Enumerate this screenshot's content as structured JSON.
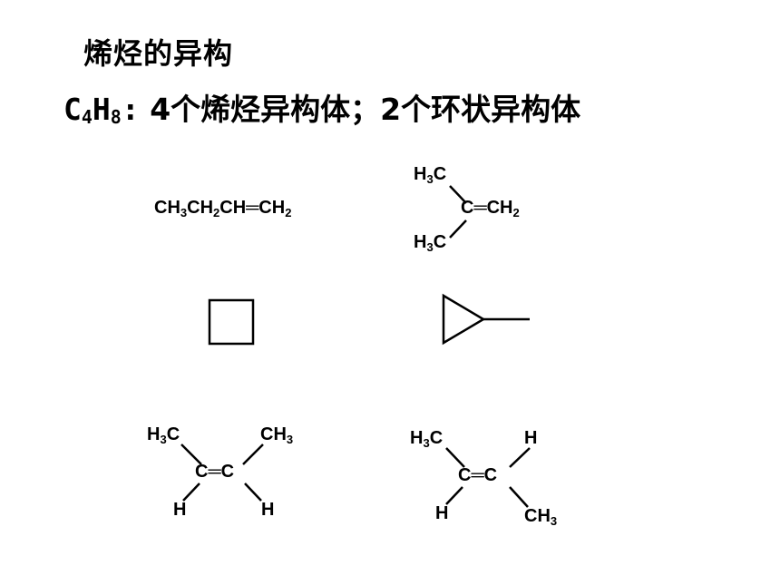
{
  "heading": "烯烃的异构",
  "formula": {
    "c": "C",
    "c_count": "4",
    "h": "H",
    "h_count": "8",
    "colon": ":",
    "description": " 4个烯烃异构体；2个环状异构体"
  },
  "structures": {
    "but1ene": {
      "parts": [
        "CH",
        "3",
        "CH",
        "2",
        "CH═CH",
        "2"
      ]
    },
    "isobutene": {
      "top": [
        "H",
        "3",
        "C"
      ],
      "center": [
        "C═CH",
        "2"
      ],
      "bottom": [
        "H",
        "3",
        "C"
      ]
    },
    "cis": {
      "top_left": [
        "H",
        "3",
        "C"
      ],
      "top_right": [
        "CH",
        "3"
      ],
      "center": "C═C",
      "bottom_left": "H",
      "bottom_right": "H"
    },
    "trans": {
      "top_left": [
        "H",
        "3",
        "C"
      ],
      "top_right": "H",
      "center": "C═C",
      "bottom_left": "H",
      "bottom_right": [
        "CH",
        "3"
      ]
    }
  }
}
